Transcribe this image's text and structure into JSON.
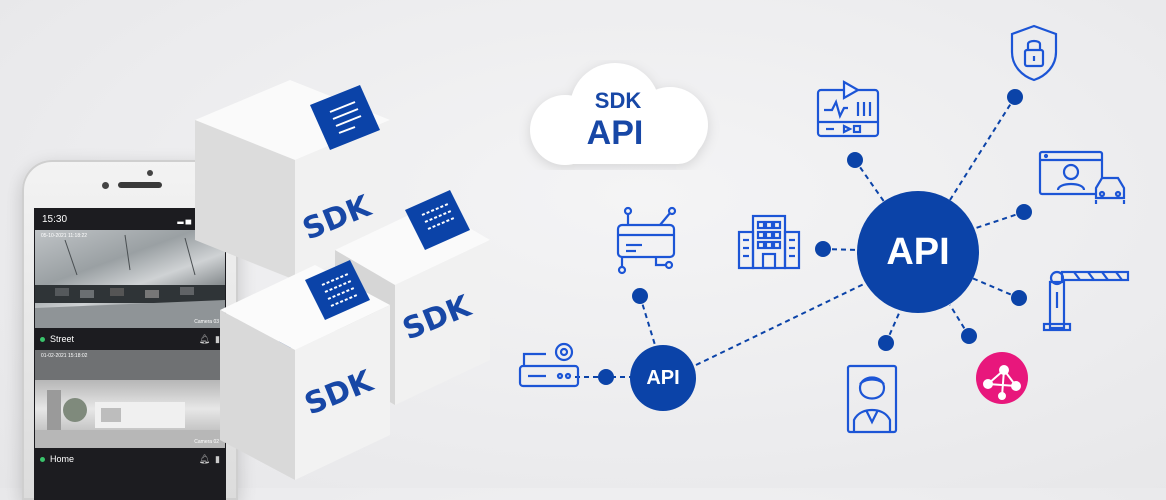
{
  "phone": {
    "time": "15:30",
    "cameras": [
      {
        "timestamp": "05-10-2021 11:18:22",
        "camera_name": "Camera 03",
        "label": "Street"
      },
      {
        "timestamp": "01-02-2021 15:18:02",
        "camera_name": "Camera 02",
        "label": "Home"
      }
    ]
  },
  "boxes": {
    "label": "SDK"
  },
  "cloud": {
    "line1": "SDK",
    "line2": "API"
  },
  "hubs": {
    "big": "API",
    "small": "API"
  },
  "colors": {
    "brand_blue": "#0b43a8",
    "accent_pink": "#e8177c",
    "background": "#ececee"
  },
  "icons": [
    "credit-card-icon",
    "router-settings-icon",
    "building-icon",
    "video-player-icon",
    "shield-lock-icon",
    "video-call-car-icon",
    "barrier-gate-icon",
    "pink-network-logo-icon",
    "face-id-person-icon"
  ]
}
